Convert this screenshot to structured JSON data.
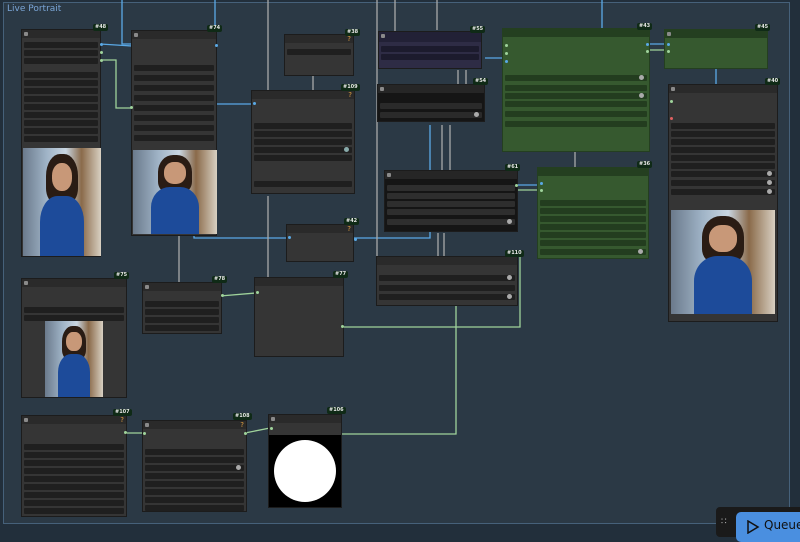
{
  "canvas": {
    "group_title": "Live Portrait"
  },
  "nodes": {
    "n48": {
      "id": "#48"
    },
    "n74": {
      "id": "#74"
    },
    "n38": {
      "id": "#38"
    },
    "n55": {
      "id": "#55"
    },
    "n43": {
      "id": "#43"
    },
    "n45": {
      "id": "#45"
    },
    "n54": {
      "id": "#54"
    },
    "n109": {
      "id": "#109"
    },
    "n40": {
      "id": "#40"
    },
    "n61": {
      "id": "#61"
    },
    "n36": {
      "id": "#36"
    },
    "n42": {
      "id": "#42"
    },
    "n110": {
      "id": "#110"
    },
    "n75": {
      "id": "#75"
    },
    "n78": {
      "id": "#78"
    },
    "n77": {
      "id": "#77"
    },
    "n107": {
      "id": "#107"
    },
    "n108": {
      "id": "#108"
    },
    "n106": {
      "id": "#106"
    }
  },
  "queue": {
    "label": "Queue"
  },
  "colors": {
    "group_border": "#46617a",
    "wire_blue": "#5aa9e6",
    "wire_green": "#9fd39b",
    "wire_gray": "#a9a9a9",
    "green_node": "#36592f",
    "queue_button": "#4a8fe0"
  }
}
